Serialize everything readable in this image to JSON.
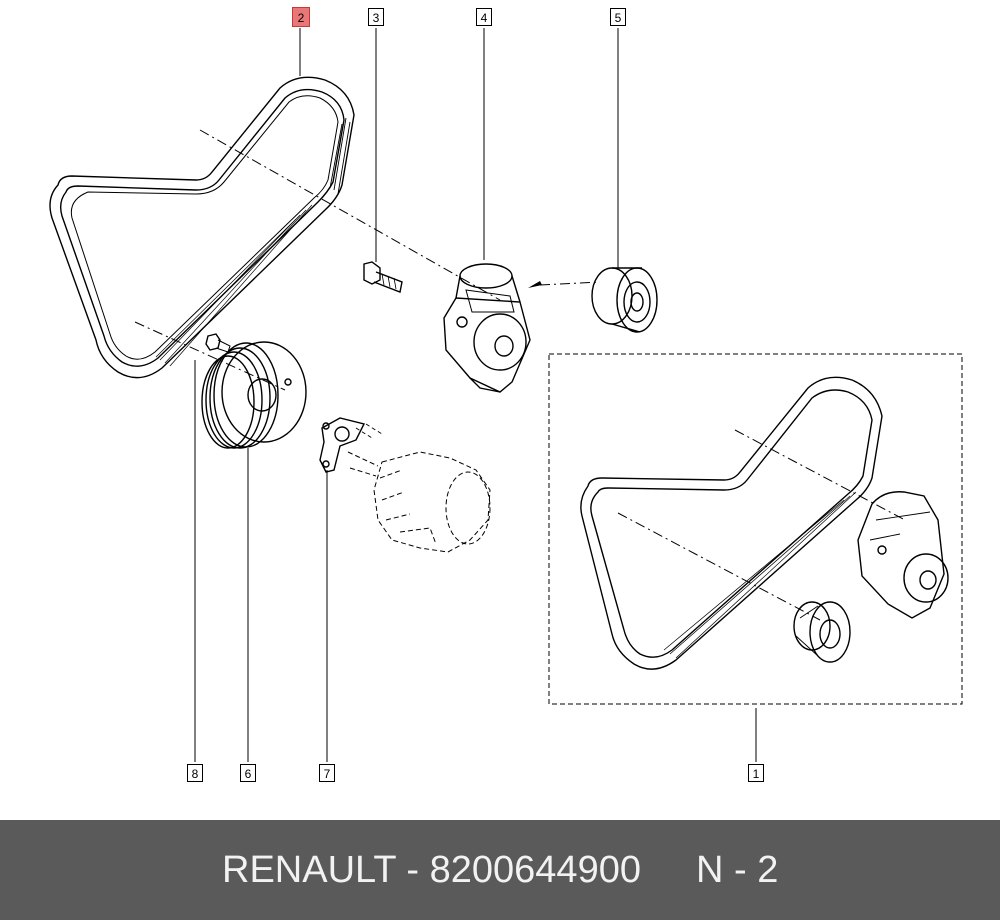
{
  "callouts": [
    {
      "id": "1",
      "label": "1",
      "highlighted": false
    },
    {
      "id": "2",
      "label": "2",
      "highlighted": true
    },
    {
      "id": "3",
      "label": "3",
      "highlighted": false
    },
    {
      "id": "4",
      "label": "4",
      "highlighted": false
    },
    {
      "id": "5",
      "label": "5",
      "highlighted": false
    },
    {
      "id": "6",
      "label": "6",
      "highlighted": false
    },
    {
      "id": "7",
      "label": "7",
      "highlighted": false
    },
    {
      "id": "8",
      "label": "8",
      "highlighted": false
    }
  ],
  "footer": {
    "part_text": "RENAULT - 8200644900",
    "ref_text": "N - 2"
  },
  "colors": {
    "highlight": "#e97777",
    "footer_bg": "#5a5a5a",
    "footer_text": "#f2f2f2"
  }
}
